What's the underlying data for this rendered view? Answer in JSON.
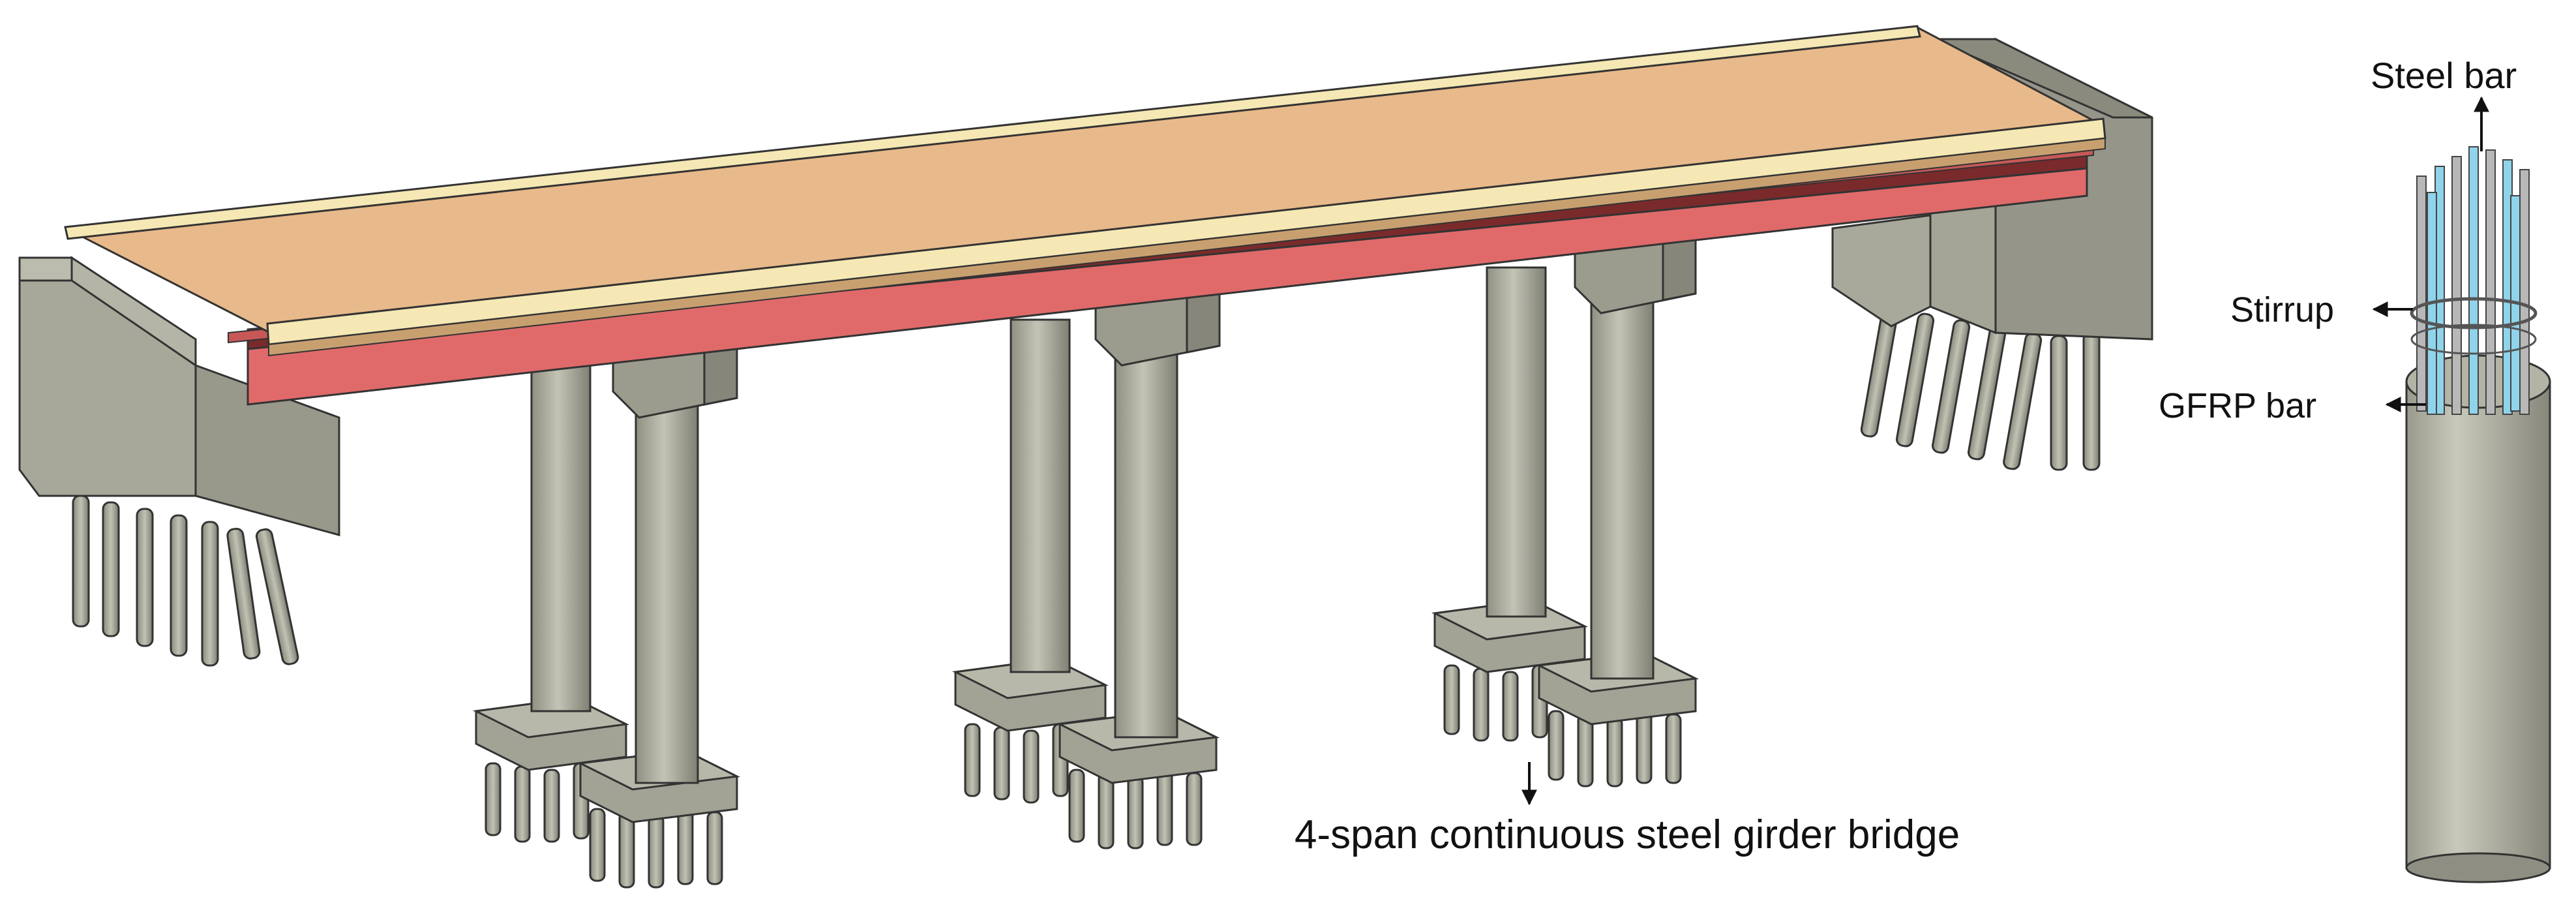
{
  "figure": {
    "bridge_caption": "4-span continuous steel girder bridge",
    "column_labels": {
      "steel_bar": "Steel bar",
      "stirrup": "Stirrup",
      "gfrp_bar": "GFRP bar"
    }
  },
  "colors": {
    "deck_top": "#e8b98a",
    "deck_curb": "#f6e8b4",
    "girder": "#e06a6a",
    "girder_dark": "#7a2a2a",
    "concrete": "#a9a99a",
    "concrete_dark": "#8a8a7c",
    "steel_bar": "#b8b8b8",
    "gfrp_bar": "#8fd4ea"
  },
  "icons": [
    "arrow-icon"
  ]
}
